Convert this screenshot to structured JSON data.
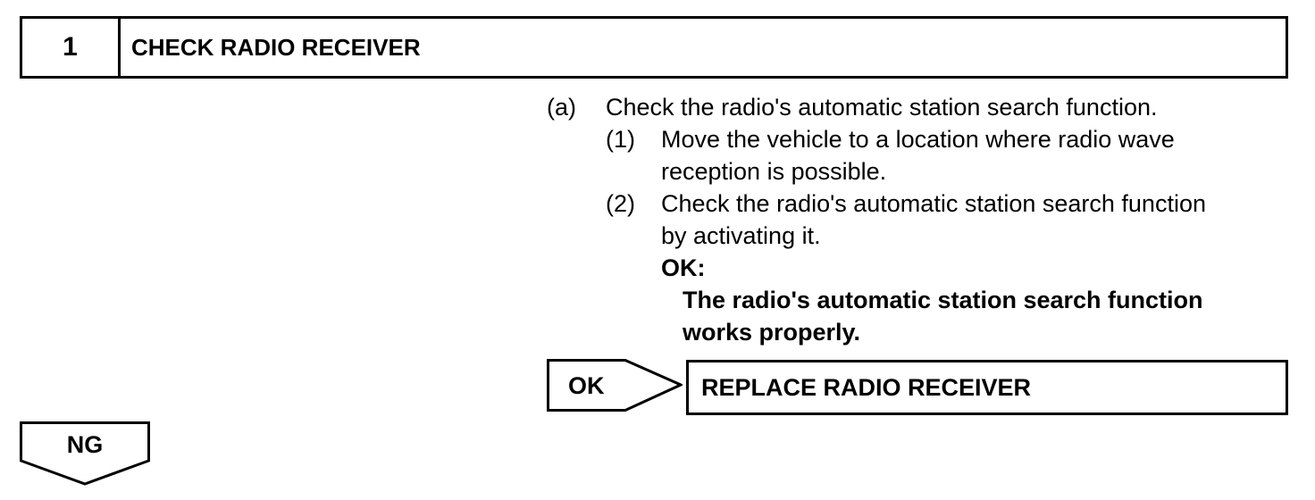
{
  "step": {
    "number": "1",
    "title": "CHECK RADIO RECEIVER"
  },
  "instructions": {
    "a_label": "(a)",
    "a_text": "Check the radio's automatic station search function.",
    "sub": [
      {
        "label": "(1)",
        "line1": "Move the vehicle to a location where radio wave",
        "line2": "reception is possible."
      },
      {
        "label": "(2)",
        "line1": "Check the radio's automatic station search function",
        "line2": "by activating it."
      }
    ],
    "ok_title": "OK:",
    "ok_line1": "The radio's automatic station search function",
    "ok_line2": "works properly."
  },
  "flow": {
    "ok_label": "OK",
    "ok_result": "REPLACE RADIO RECEIVER",
    "ng_label": "NG"
  }
}
